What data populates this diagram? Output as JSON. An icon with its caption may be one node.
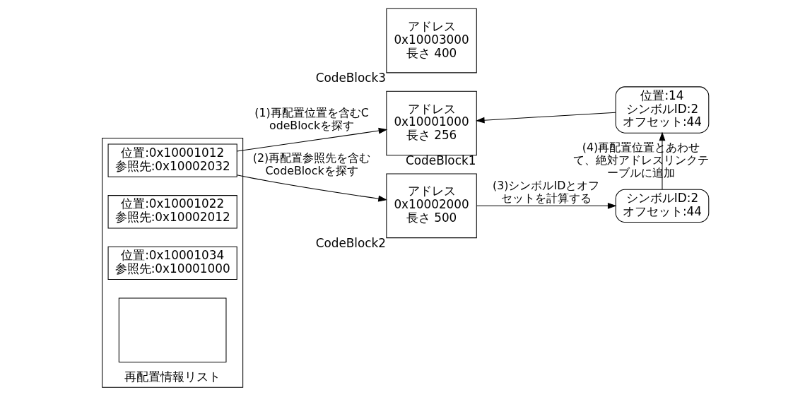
{
  "diagram": {
    "nodes": [
      {
        "text": [
          "再配置情報リスト"
        ]
      },
      {
        "text": [
          "位置:0x10001012",
          "参照先:0x10002032"
        ],
        "in": 0
      },
      {
        "text": [
          "位置:0x10001022",
          "参照先:0x10002012"
        ],
        "in": 0
      },
      {
        "text": [
          "位置:0x10001034",
          "参照先:0x10001000"
        ],
        "in": 0
      },
      {
        "text": [],
        "shape": "box",
        "in": 0
      },
      {
        "text": [
          "アドレス",
          "0x10001000",
          "長さ 256"
        ],
        "beside": [
          "CodeBlock1"
        ]
      },
      {
        "text": [
          "アドレス",
          "0x10002000",
          "長さ 500"
        ],
        "beside": [
          "CodeBlock2"
        ]
      },
      {
        "text": [
          "アドレス",
          "0x10003000",
          "長さ 400"
        ],
        "beside": [
          "CodeBlock3"
        ]
      },
      {
        "text": [
          "位置:14 シンボルID:2 オフセット:44"
        ]
      },
      {
        "text": [
          "シンボルID:2 オフセット:44"
        ]
      }
    ],
    "edges": [
      {
        "from": 1,
        "to": 5,
        "arrow": "to",
        "label": "(1)再配置位置を含むCodeBlockを探す"
      },
      {
        "from": 1,
        "to": 6,
        "arrow": "to",
        "label": "(2)再配置参照先を含むCodeBlockを探す"
      },
      {
        "from": 6,
        "to": 9,
        "arrow": "to",
        "label": "(3)シンボルIDとオフセットを計算する"
      },
      {
        "from": 9,
        "to": 8,
        "arrow": "to",
        "label": "(4)再配置位置とあわせて、絶対アドレスリンクテーブルに追加"
      },
      {
        "from": 8,
        "to": 5,
        "arrow": "to"
      }
    ]
  }
}
